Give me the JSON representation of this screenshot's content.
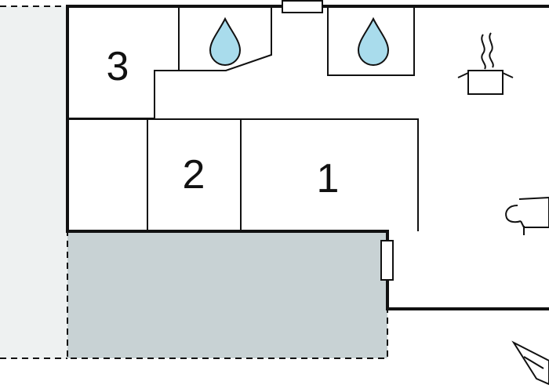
{
  "rooms": {
    "bedroom_1": {
      "label": "1"
    },
    "bedroom_2": {
      "label": "2"
    },
    "bedroom_3": {
      "label": "3"
    }
  },
  "colors": {
    "wall": "#111111",
    "terrace": "#c8d2d4",
    "garden": "#eef1f1",
    "water_drop": "#a9dcec"
  },
  "icons": {
    "bathroom_a": "water-drop-icon",
    "bathroom_b": "water-drop-icon",
    "kitchen": "cooking-pot-icon",
    "living": "sofa-icon",
    "orientation": "north-arrow-icon"
  }
}
